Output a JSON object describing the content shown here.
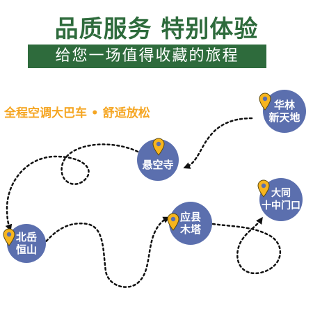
{
  "title": "品质服务 特别体验",
  "subtitle": "给您一场值得收藏的旅程",
  "slogan": "全程空调大巴车 • 舒适放松",
  "stops": [
    {
      "line1": "华林",
      "line2": "新天地"
    },
    {
      "line1": "悬空寺",
      "line2": ""
    },
    {
      "line1": "北岳",
      "line2": "恒山"
    },
    {
      "line1": "应县",
      "line2": "木塔"
    },
    {
      "line1": "大同",
      "line2": "十中门口"
    }
  ],
  "colors": {
    "green": "#2e6b3c",
    "orange": "#f5a623",
    "stop_blue": "#5b6fae",
    "pin_yellow": "#f7b51e",
    "route": "#111111"
  },
  "icons": [
    "location-pin-icon",
    "arrow-icon"
  ]
}
